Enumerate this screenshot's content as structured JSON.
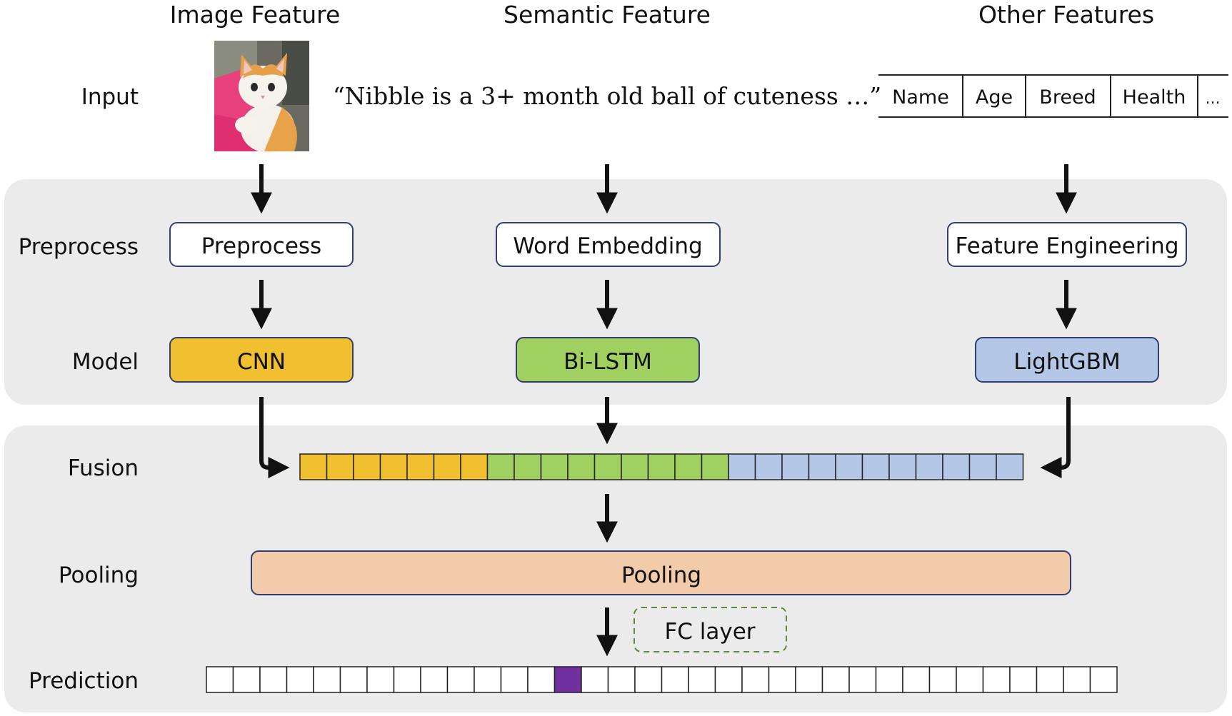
{
  "column_headers": {
    "image": "Image Feature",
    "semantic": "Semantic Feature",
    "other": "Other Features"
  },
  "row_labels": {
    "input": "Input",
    "preprocess": "Preprocess",
    "model": "Model",
    "fusion": "Fusion",
    "pooling": "Pooling",
    "prediction": "Prediction"
  },
  "inputs": {
    "image_alt": "cat photo",
    "text": "“Nibble is a 3+ month old ball of cuteness …”",
    "table_columns": [
      "Name",
      "Age",
      "Breed",
      "Health",
      "..."
    ]
  },
  "boxes": {
    "preprocess": "Preprocess",
    "word_embedding": "Word Embedding",
    "feature_engineering": "Feature Engineering",
    "cnn": "CNN",
    "bilstm": "Bi-LSTM",
    "lightgbm": "LightGBM",
    "pooling": "Pooling",
    "fc_layer": "FC layer"
  },
  "fusion_vector": {
    "segments": [
      {
        "source": "CNN",
        "cells": 7,
        "color": "#f0c030"
      },
      {
        "source": "Bi-LSTM",
        "cells": 9,
        "color": "#a0d060"
      },
      {
        "source": "LightGBM",
        "cells": 11,
        "color": "#b4c7e7"
      }
    ]
  },
  "prediction_vector": {
    "cells": 34,
    "highlighted_index": 13,
    "highlight_color": "#7030a0"
  },
  "colors": {
    "panel_bg": "#ebebeb",
    "cnn": "#f0c030",
    "bilstm": "#a0d060",
    "lightgbm": "#b4c7e7",
    "pooling": "#f2cbab",
    "box_border": "#2f3f6f",
    "fc_border": "#5a8a3a"
  }
}
